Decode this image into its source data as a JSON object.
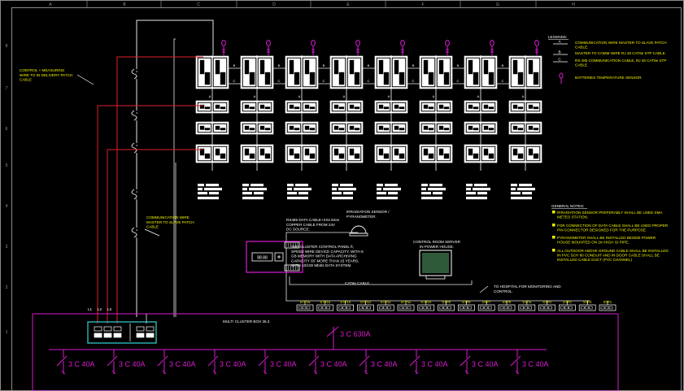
{
  "colors": {
    "background": "#000000",
    "frame": "#8a8a8a",
    "wire_white": "#e8e8e8",
    "wire_red": "#e0202a",
    "magenta": "#d81ccf",
    "yellow": "#f2f200",
    "cyan": "#33d6d6",
    "blue_text": "#6f7cff"
  },
  "border": {
    "columns": [
      "A",
      "B",
      "C",
      "D",
      "E",
      "F",
      "G",
      "H"
    ],
    "rows": [
      "8",
      "7",
      "6",
      "5",
      "4",
      "3",
      "2",
      "1"
    ]
  },
  "labels": {
    "control_note": [
      "CONTROL + MEASURING",
      "WIRE TO IN DELIVERY PATCH",
      "CABLE"
    ],
    "comm_note": [
      "COMMUNICATION WIRE",
      "MASTER TO SLAVE PATCH",
      "CABLE"
    ],
    "rs485_note": [
      "RS485 DATA CABLE+2X2.5mm",
      "COPPER CABLE FROM 24V",
      "DC SOURCE."
    ],
    "irradiation_note": [
      "IRRADIATION SENSOR /",
      "PYRANOMETER."
    ],
    "cluster_note": [
      "SMA CLUSTER CONTROL PANEL ft,",
      "SPEED WIRE DEVICE CAPACITY, WITH 8",
      "GB MEMORY WITH DATA ARCHIVING",
      "CAPACITY OF MORE THAN 15 YEARS,",
      "WITH 10/100 Mbit/s DATA SYSTEM."
    ],
    "control_room": [
      "CONTROL ROOM SERVER",
      "IN POWER HOUSE."
    ],
    "cat_cable": "CAT6e CABLE.",
    "hospital": [
      "TO HOSPITAL FOR MONITORING AND",
      "CONTROL."
    ],
    "mcb": "MULTI CLUSTER BOX 36.3",
    "breaker_main": "3 C 630A",
    "breaker_small": "3 C 40A",
    "phases": [
      "L1",
      "L2",
      "L3"
    ],
    "panel_display": "88.88",
    "wire_tags": [
      "A",
      "B",
      "C"
    ]
  },
  "legend": {
    "title": "LEGENDS:",
    "items": [
      {
        "symbol": "A",
        "text": [
          "COMMUNICATION WIRE MASTER TO SLAVE PATCH",
          "CABLE."
        ]
      },
      {
        "symbol": "B",
        "text": [
          "MASTER TO COMM WIRE RJ 45 CAT6e STP CABLE."
        ]
      },
      {
        "symbol": "C",
        "text": [
          "RS 485 COMMUNICATION CABLE, RJ 45 CAT6e STP",
          "CABLE."
        ]
      },
      {
        "symbol": "sensor",
        "text": [
          "BATTERIES TEMPERATURE SENSOR."
        ]
      }
    ]
  },
  "general_notes": {
    "title": "GENERAL NOTES:",
    "items": [
      [
        "IRRADIATION SENSOR PREFERABLY SHALL BE USED SMA",
        "METEO STATION."
      ],
      [
        "FOR CONNECTION OF DATA CABLE SHALL BE USED PROPER",
        "PIN CONNECTOR DESIGNED FOR THE PURPOSE."
      ],
      [
        "PYRANOMETER SHALL BE INSTALLED BESIDE POWER",
        "HOUSE MOUNTED ON 2m HIGH GI PIPE."
      ],
      [
        "ALL OUTDOOR ABOVE GROUND CABLE SHALL BE INSTALLED",
        "IN PVC SCH 80 CONDUIT AND IN DOOR CABLE SHALL BE",
        "INSTALLED CABLE DUCT (PVC CHANNEL)"
      ]
    ]
  },
  "stp_boxes": [
    "STP16",
    "STP15",
    "STP14",
    "STP13",
    "STP12",
    "STP11",
    "STP10",
    "STP9",
    "STP8",
    "STP7",
    "STP6",
    "STP5",
    "STP4",
    "STP3",
    "STP2",
    "STP1"
  ]
}
